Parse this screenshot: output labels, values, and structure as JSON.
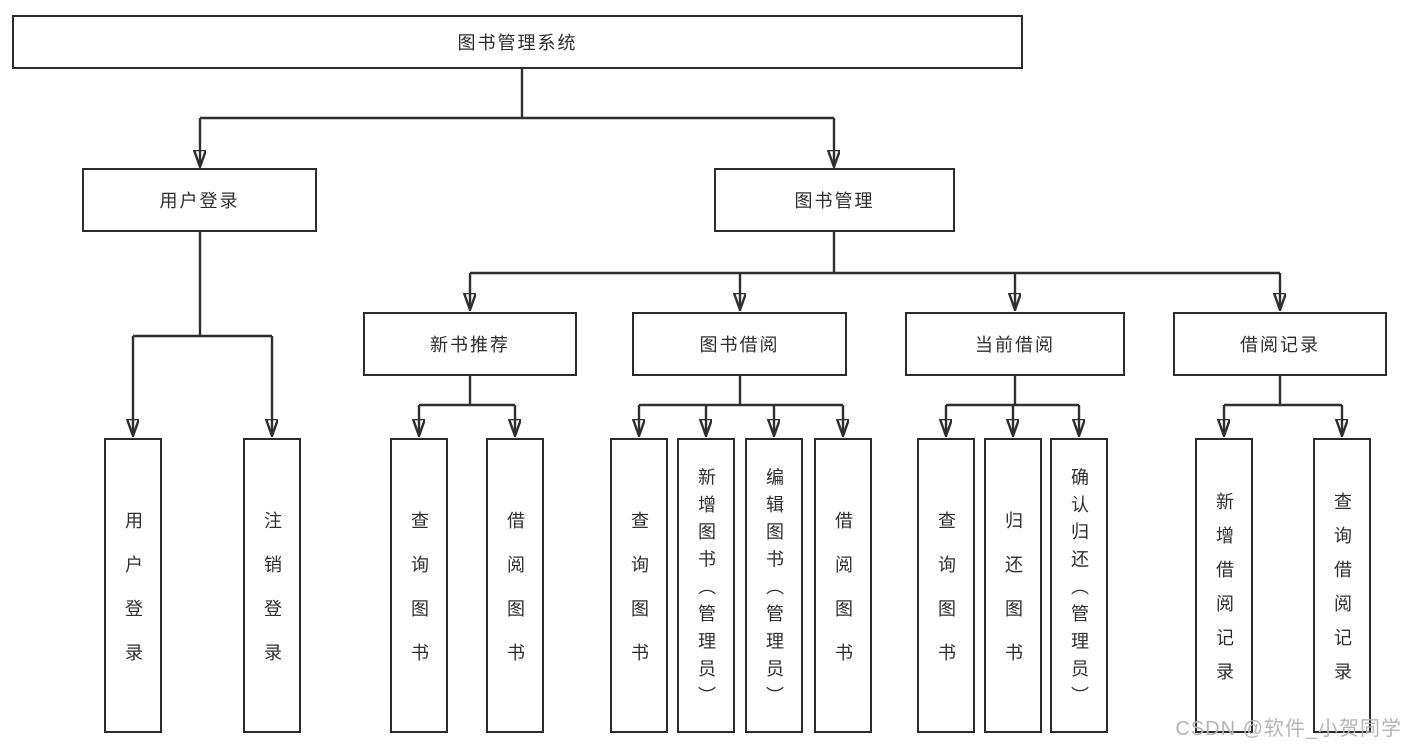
{
  "tree": {
    "root": {
      "label": "图书管理系统"
    },
    "branches": [
      {
        "label": "用户登录",
        "children": [
          {
            "label": "用户登录"
          },
          {
            "label": "注销登录"
          }
        ]
      },
      {
        "label": "图书管理",
        "children": [
          {
            "label": "新书推荐",
            "children": [
              {
                "label": "查询图书"
              },
              {
                "label": "借阅图书"
              }
            ]
          },
          {
            "label": "图书借阅",
            "children": [
              {
                "label": "查询图书"
              },
              {
                "label": "新增图书（管理员）"
              },
              {
                "label": "编辑图书（管理员）"
              },
              {
                "label": "借阅图书"
              }
            ]
          },
          {
            "label": "当前借阅",
            "children": [
              {
                "label": "查询图书"
              },
              {
                "label": "归还图书"
              },
              {
                "label": "确认归还（管理员）"
              }
            ]
          },
          {
            "label": "借阅记录",
            "children": [
              {
                "label": "新增借阅记录"
              },
              {
                "label": "查询借阅记录"
              }
            ]
          }
        ]
      }
    ]
  },
  "watermark": "CSDN @软件_小贺同学",
  "colors": {
    "line": "#2f2f2f",
    "box_border": "#2b2b2b",
    "text": "#2e2e2e",
    "watermark": "#b5b5b5",
    "background": "#ffffff"
  }
}
